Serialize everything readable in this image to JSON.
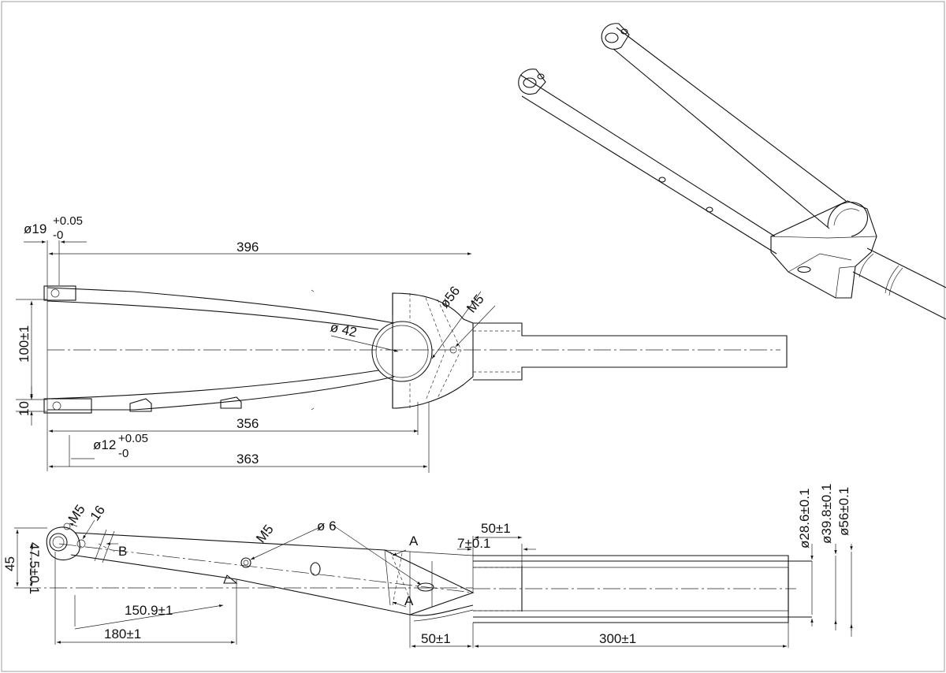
{
  "views": {
    "top": {
      "dims": {
        "overall_length": "396",
        "dropout_top_diameter": "ø19",
        "dropout_top_tol_plus": "+0.05",
        "dropout_top_tol_minus": "-0",
        "crown_diameter": "ø56",
        "crown_thread": "M5",
        "bore_diameter": "ø 42",
        "spacing": "100±1",
        "offset": "10",
        "leg_length": "356",
        "dropout_bottom_diameter": "ø12",
        "dropout_bottom_tol_plus": "+0.05",
        "dropout_bottom_tol_minus": "-0",
        "axle_to_crown": "363"
      }
    },
    "side": {
      "dims": {
        "dropout_thread": "M5",
        "dropout_width": "16",
        "section_b": "B",
        "rake": "45",
        "rake_tol": "47.5±0.1",
        "mount_thread": "M5",
        "hole_diameter": "ø 6",
        "section_a_top": "A",
        "section_a_bottom": "A",
        "dist_150": "150.9±1",
        "dist_180": "180±1",
        "steerer_top_len": "50±1",
        "steerer_step": "7±0.1",
        "steerer_bottom_len": "50±1",
        "steerer_length": "300±1",
        "steerer_d1": "ø28.6±0.1",
        "steerer_d2": "ø39.8±0.1",
        "steerer_d3": "ø56±0.1"
      }
    }
  }
}
